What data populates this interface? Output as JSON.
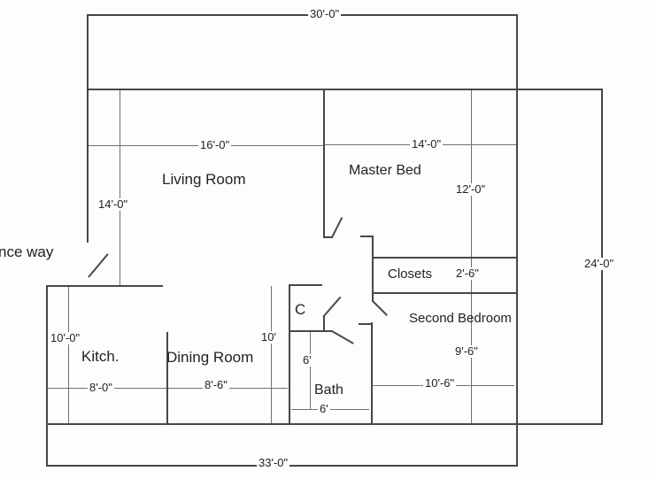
{
  "plan": {
    "entrance_label": "nce way",
    "overall": {
      "top_width": "30'-0\"",
      "bottom_width": "33'-0\"",
      "right_height": "24'-0\""
    },
    "rooms": {
      "living": {
        "name": "Living Room",
        "width": "16'-0\"",
        "height": "14'-0\""
      },
      "master": {
        "name": "Master Bed",
        "width": "14'-0\"",
        "height": "12'-0\""
      },
      "closets": {
        "name": "Closets",
        "depth": "2'-6\""
      },
      "second_bedroom": {
        "name": "Second Bedroom",
        "height": "9'-6\"",
        "width": "10'-6\""
      },
      "kitchen": {
        "name": "Kitch.",
        "height": "10'-0\"",
        "width": "8'-0\""
      },
      "dining": {
        "name": "Dining Room",
        "height": "10'",
        "width": "8'-6\""
      },
      "closet_c": {
        "name": "C"
      },
      "bath": {
        "name": "Bath",
        "height": "6'",
        "width": "6'"
      }
    },
    "style": {
      "wall_color": "#474747",
      "dimension_line_color": "#707070",
      "text_color": "#222222",
      "background_color": "#fdfdfd"
    }
  }
}
